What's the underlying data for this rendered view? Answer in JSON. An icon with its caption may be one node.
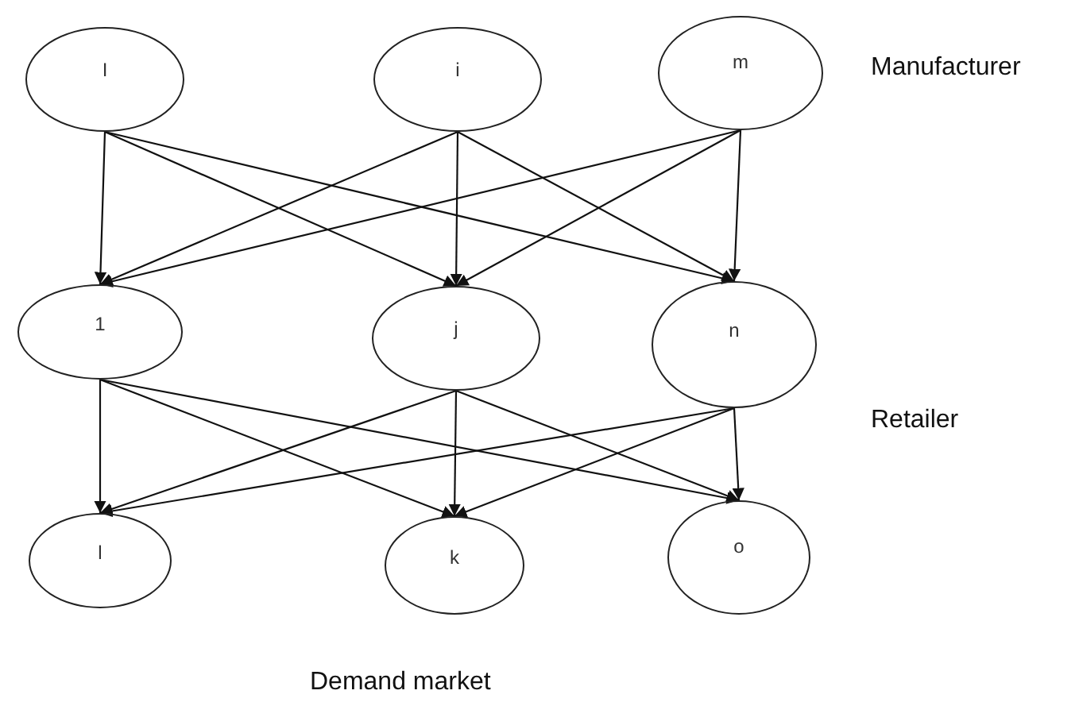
{
  "diagram": {
    "nodes": [
      {
        "text": [
          "I"
        ]
      },
      {
        "text": [
          "i"
        ]
      },
      {
        "text": [
          "m"
        ]
      },
      {
        "text": [
          "1"
        ]
      },
      {
        "text": [
          "j"
        ]
      },
      {
        "text": [
          "n"
        ]
      },
      {
        "text": [
          "l"
        ]
      },
      {
        "text": [
          "k"
        ]
      },
      {
        "text": [
          "o"
        ]
      }
    ],
    "edges": [
      {
        "from": 0,
        "to": 3,
        "arrow": "to"
      },
      {
        "from": 0,
        "to": 4,
        "arrow": "to"
      },
      {
        "from": 0,
        "to": 5,
        "arrow": "to"
      },
      {
        "from": 1,
        "to": 3,
        "arrow": "to"
      },
      {
        "from": 1,
        "to": 4,
        "arrow": "to"
      },
      {
        "from": 1,
        "to": 5,
        "arrow": "to"
      },
      {
        "from": 2,
        "to": 3,
        "arrow": "to"
      },
      {
        "from": 2,
        "to": 4,
        "arrow": "to"
      },
      {
        "from": 2,
        "to": 5,
        "arrow": "to"
      },
      {
        "from": 3,
        "to": 6,
        "arrow": "to"
      },
      {
        "from": 3,
        "to": 7,
        "arrow": "to"
      },
      {
        "from": 3,
        "to": 8,
        "arrow": "to"
      },
      {
        "from": 4,
        "to": 6,
        "arrow": "to"
      },
      {
        "from": 4,
        "to": 7,
        "arrow": "to"
      },
      {
        "from": 4,
        "to": 8,
        "arrow": "to"
      },
      {
        "from": 5,
        "to": 6,
        "arrow": "to"
      },
      {
        "from": 5,
        "to": 7,
        "arrow": "to"
      },
      {
        "from": 5,
        "to": 8,
        "arrow": "to"
      }
    ],
    "labels": [
      "Manufacturer",
      "Retailer",
      "Demand market"
    ]
  }
}
